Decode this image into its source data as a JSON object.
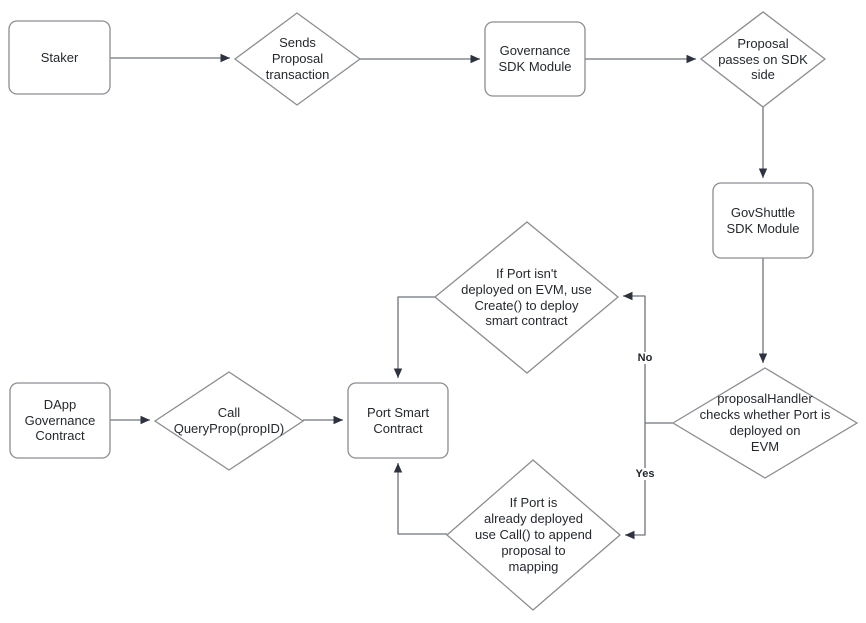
{
  "diagram": {
    "type": "flowchart",
    "colors": {
      "background": "#ffffff",
      "shape_fill": "#ffffff",
      "shape_stroke": "#8a8d92",
      "line": "#6e737a",
      "arrowhead": "#2c333e",
      "text": "#24292f",
      "edge_label_text": "#1f242b"
    },
    "nodes": {
      "staker": {
        "shape": "rectangle",
        "label": "Staker"
      },
      "sends_proposal": {
        "shape": "diamond",
        "label": "Sends\nProposal\ntransaction"
      },
      "governance_sdk": {
        "shape": "rectangle",
        "label": "Governance\nSDK Module"
      },
      "proposal_passes": {
        "shape": "diamond",
        "label": "Proposal\npasses on SDK\nside"
      },
      "govshuttle": {
        "shape": "rectangle",
        "label": "GovShuttle\nSDK Module"
      },
      "proposal_handler": {
        "shape": "diamond",
        "label": "proposalHandler\nchecks whether Port is\ndeployed on\nEVM"
      },
      "create_port": {
        "shape": "diamond",
        "label": "If Port isn't\ndeployed on EVM, use\nCreate() to deploy\nsmart contract"
      },
      "call_append": {
        "shape": "diamond",
        "label": "If Port is\nalready deployed\nuse Call() to append\nproposal to\nmapping"
      },
      "port_smart": {
        "shape": "rectangle",
        "label": "Port Smart\nContract"
      },
      "dapp_governance": {
        "shape": "rectangle",
        "label": "DApp\nGovernance\nContract"
      },
      "query_prop": {
        "shape": "diamond",
        "label": "Call\nQueryProp(propID)"
      }
    },
    "edge_labels": {
      "no": "No",
      "yes": "Yes"
    }
  }
}
